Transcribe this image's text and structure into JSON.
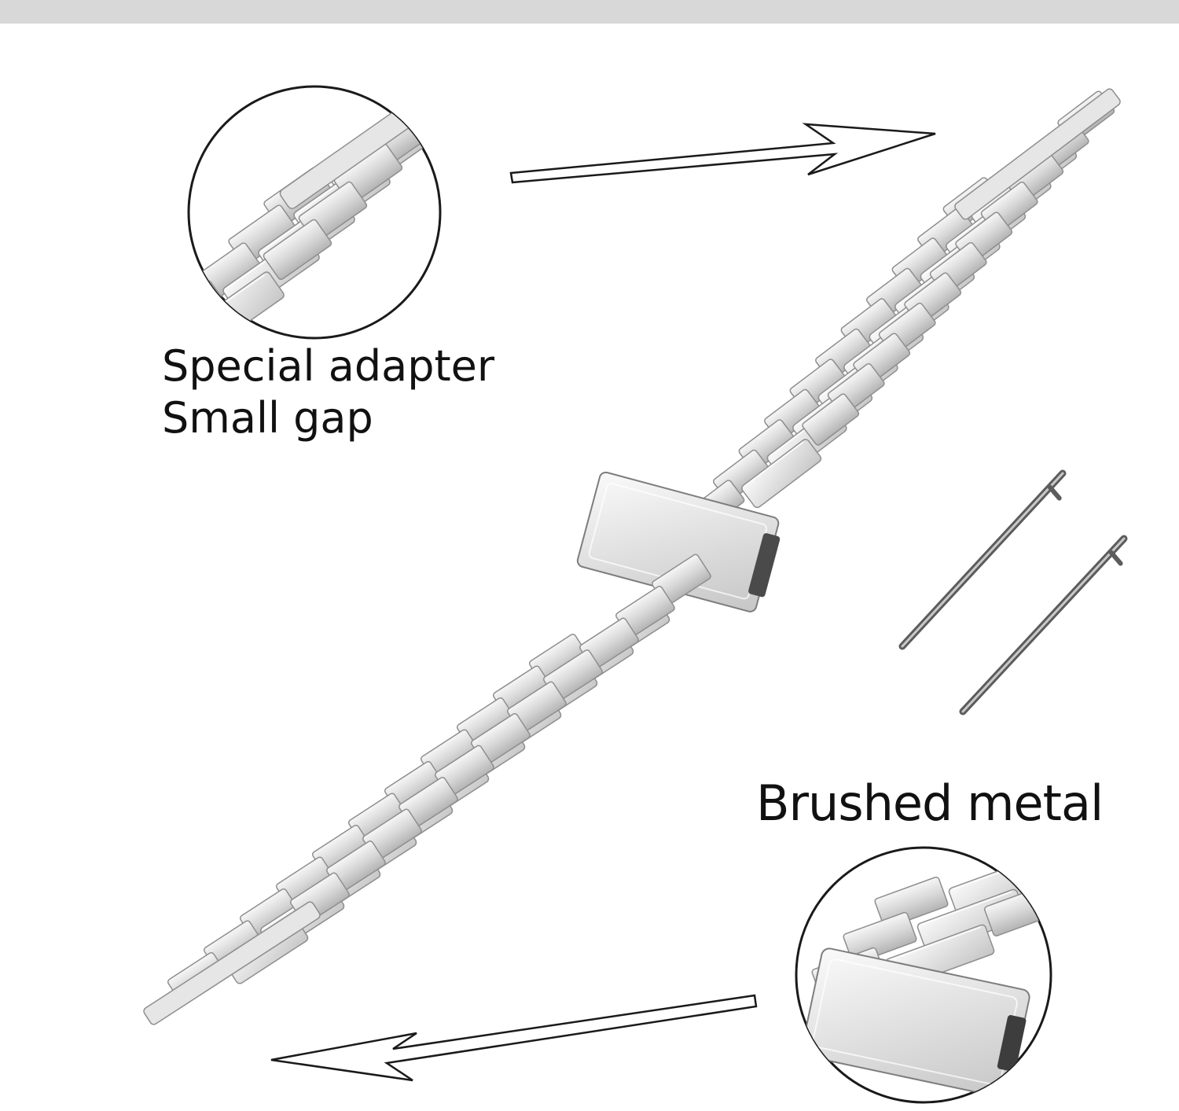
{
  "captions": {
    "adapter_line1": "Special adapter",
    "adapter_line2": "Small gap",
    "metal": "Brushed metal"
  },
  "colors": {
    "background": "#ffffff",
    "top_bar": "#d8d8d8",
    "steel_light": "#f2f2f2",
    "steel_mid": "#d2d2d2",
    "steel_dark": "#9a9a9a",
    "caption_text": "#111111"
  },
  "icons": [
    "arrow-right-icon",
    "arrow-left-icon",
    "spring-bar-icon"
  ]
}
